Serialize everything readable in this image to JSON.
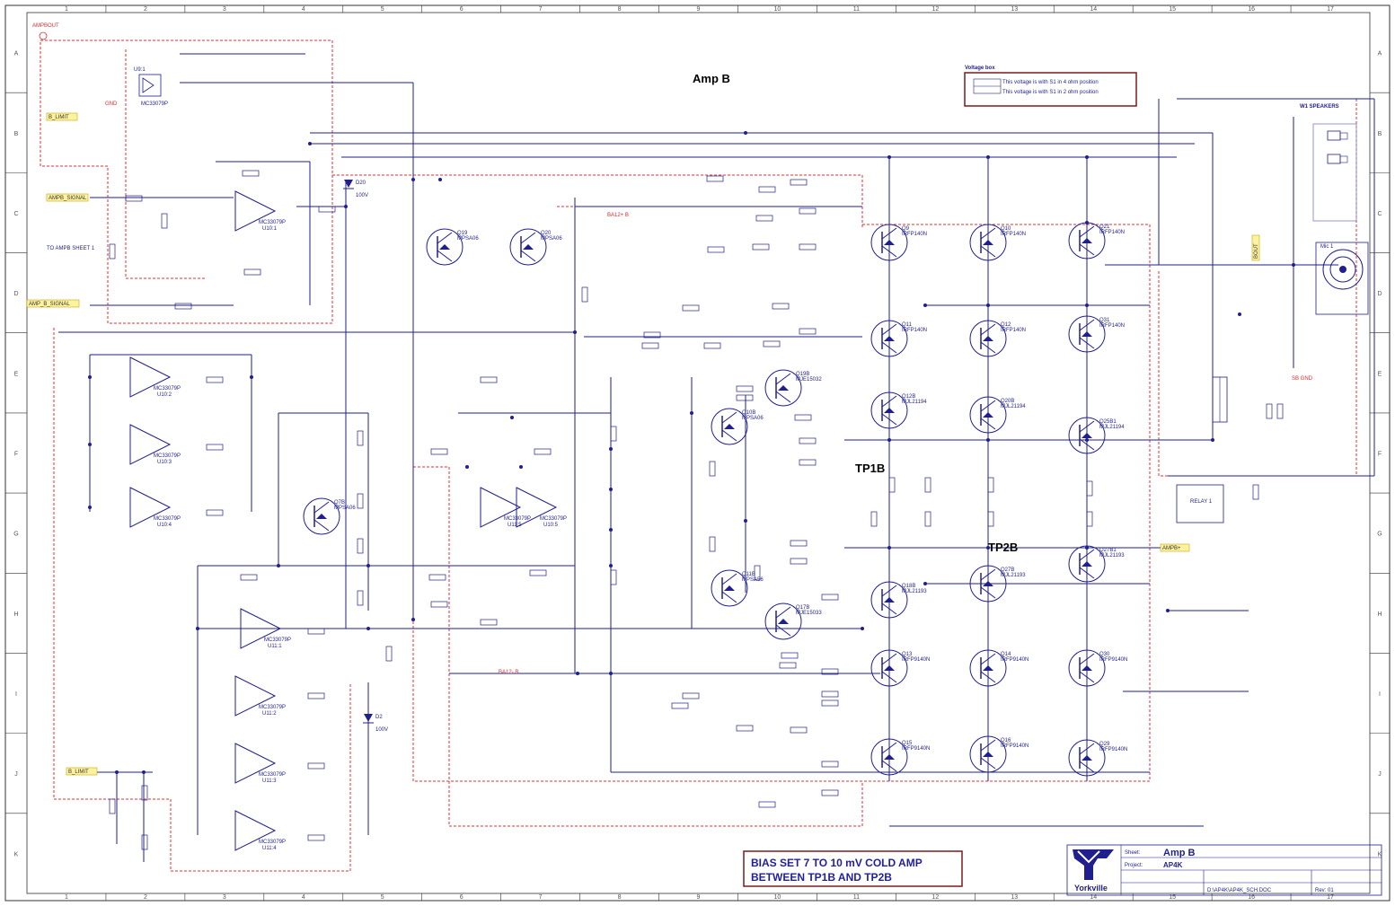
{
  "sheet": {
    "title": "Amp B",
    "column_labels": [
      "1",
      "2",
      "3",
      "4",
      "5",
      "6",
      "7",
      "8",
      "9",
      "10",
      "11",
      "12",
      "13",
      "14",
      "15",
      "16",
      "17"
    ],
    "row_labels": [
      "A",
      "B",
      "C",
      "D",
      "E",
      "F",
      "G",
      "H",
      "I",
      "J",
      "K"
    ]
  },
  "test_points": {
    "tp1": "TP1B",
    "tp2": "TP2B"
  },
  "bias_note": {
    "line1": "BIAS SET 7 TO 10 mV COLD AMP",
    "line2": "BETWEEN TP1B AND TP2B"
  },
  "voltage_box": {
    "title": "Voltage box",
    "line1": "This voltage is with S1 in 4 ohm position",
    "line2": "This voltage is with S1 in 2 ohm position"
  },
  "net_labels": {
    "amp_b_out": "AMPBOUT",
    "b_limit_top": "B_LIMIT",
    "ampb_signal": "AMPB_SIGNAL",
    "to_ampb_sheet": "TO AMPB SHEET 1",
    "amp_b_signal": "AMP_B_SIGNAL",
    "b_limit_bottom": "B_LIMIT",
    "ba12_top": "BA12+ B",
    "ba12_bottom": "BA12- B",
    "ampb_plus": "AMPB+",
    "bout": "BOUT",
    "gnd": "GND",
    "sb_gnd": "SB GND"
  },
  "speakers": {
    "title": "W1 SPEAKERS"
  },
  "components": [
    {
      "ref": "U9:1",
      "part": "MC33079P"
    },
    {
      "ref": "U10:1",
      "part": "MC33079P"
    },
    {
      "ref": "U10:2",
      "part": "MC33079P"
    },
    {
      "ref": "U10:3",
      "part": "MC33079P"
    },
    {
      "ref": "U10:4",
      "part": "MC33079P"
    },
    {
      "ref": "U11:1",
      "part": "MC33079P"
    },
    {
      "ref": "U11:2",
      "part": "MC33079P"
    },
    {
      "ref": "U11:3",
      "part": "MC33079P"
    },
    {
      "ref": "U11:4",
      "part": "MC33079P"
    },
    {
      "ref": "U10:5",
      "part": "MC33079P"
    },
    {
      "ref": "U11:5",
      "part": "MC33079P"
    },
    {
      "ref": "Q19",
      "part": "MPSA06"
    },
    {
      "ref": "Q20",
      "part": "MPSA06"
    },
    {
      "ref": "Q7B",
      "part": "MPSA06"
    },
    {
      "ref": "Q10B",
      "part": "MPSA06"
    },
    {
      "ref": "Q11B",
      "part": "MPSA56"
    },
    {
      "ref": "Q19B",
      "part": "MJE15032"
    },
    {
      "ref": "Q17B",
      "part": "MJE15033"
    },
    {
      "ref": "Q12B",
      "part": "MJL21194"
    },
    {
      "ref": "Q20B",
      "part": "MJL21194"
    },
    {
      "ref": "Q25B1",
      "part": "MJL21194"
    },
    {
      "ref": "Q18B",
      "part": "MJL21193"
    },
    {
      "ref": "Q27B",
      "part": "MJL21193"
    },
    {
      "ref": "Q27B1",
      "part": "MJL21193"
    },
    {
      "ref": "Q9",
      "part": "IRFP140N"
    },
    {
      "ref": "Q10",
      "part": "IRFP140N"
    },
    {
      "ref": "Q21",
      "part": "IRFP140N"
    },
    {
      "ref": "Q11",
      "part": "IRFP140N"
    },
    {
      "ref": "Q12",
      "part": "IRFP140N"
    },
    {
      "ref": "Q31",
      "part": "IRFP140N"
    },
    {
      "ref": "Q13",
      "part": "IRFP9140N"
    },
    {
      "ref": "Q14",
      "part": "IRFP9140N"
    },
    {
      "ref": "Q30",
      "part": "IRFP9140N"
    },
    {
      "ref": "Q15",
      "part": "IRFP9140N"
    },
    {
      "ref": "Q16",
      "part": "IRFP9140N"
    },
    {
      "ref": "Q29",
      "part": "IRFP9140N"
    },
    {
      "ref": "D20",
      "part": "100V"
    },
    {
      "ref": "D2",
      "part": "100V"
    },
    {
      "ref": "RELAY 1",
      "part": ""
    },
    {
      "ref": "Mic 1",
      "part": ""
    }
  ],
  "title_block": {
    "brand": "Yorkville",
    "sheet_name_label": "Sheet:",
    "sheet_name": "Amp B",
    "project_label": "Project:",
    "project": "AP4K",
    "doc_file": "D:\\AP4K\\AP4K_SCH.DOC",
    "rev": "Rev: 01"
  },
  "colors": {
    "wire": "#1f1f8f",
    "dashed_outline": "#e03030",
    "net_flag": "#fff2a0",
    "bias_box": "#7a1a1a"
  }
}
